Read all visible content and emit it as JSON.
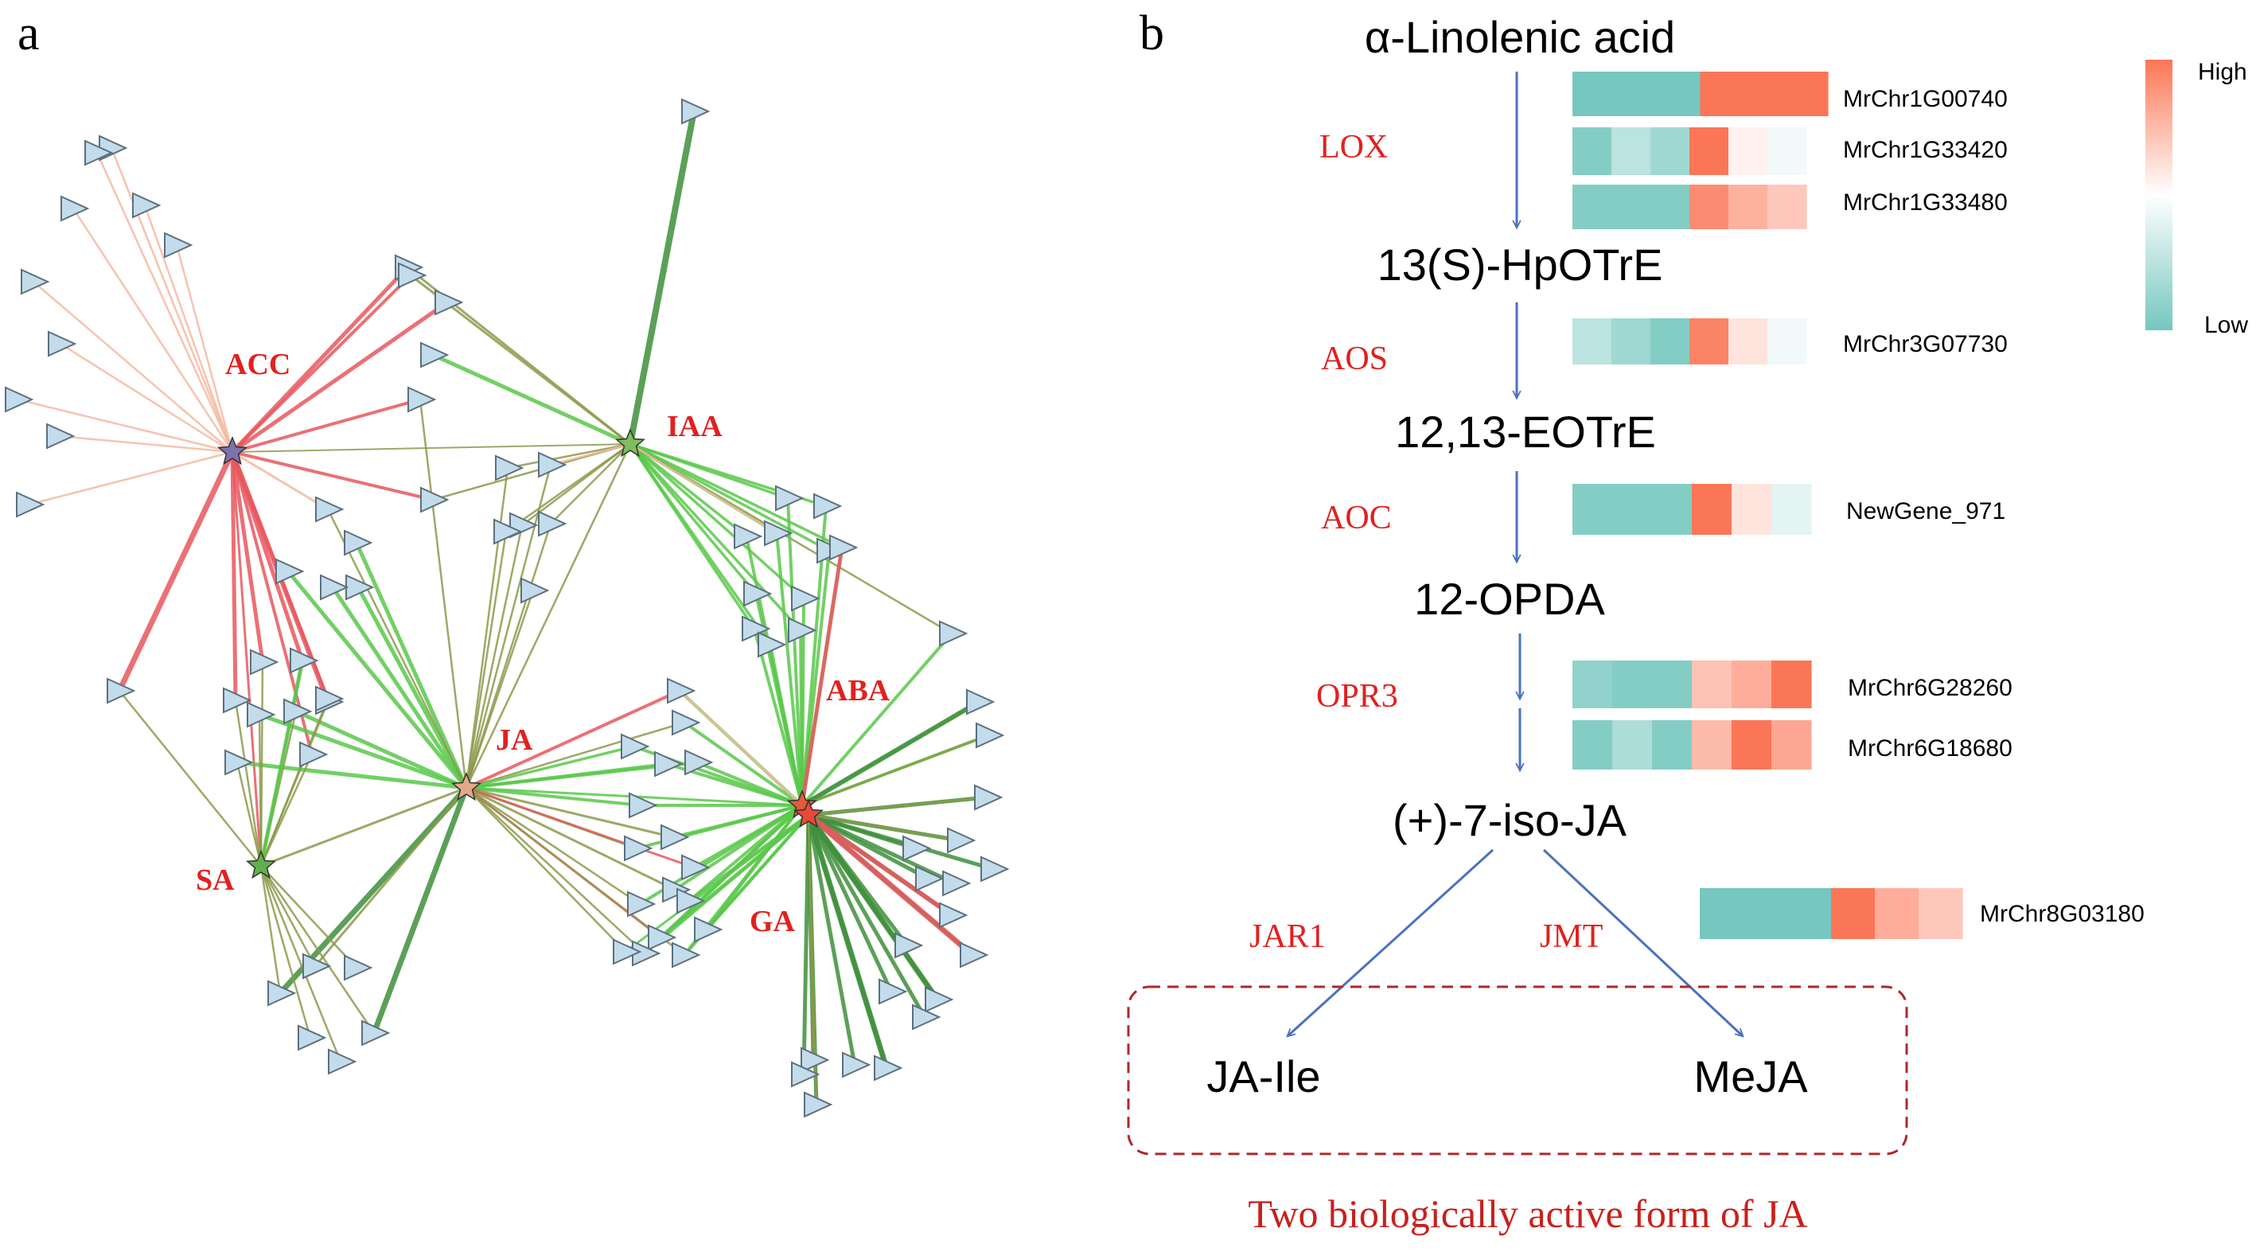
{
  "panels": {
    "a": "a",
    "b": "b"
  },
  "colors": {
    "low": "#76c7bf",
    "high": "#fb7656",
    "arrow": "#4a72c0",
    "enzyme": "#e0211f",
    "box": "#b1272a",
    "node_fill": "#c3dceb",
    "node_stroke": "#5d6f7c"
  },
  "network": {
    "hubs": [
      {
        "id": "ACC",
        "label": "ACC",
        "color": "#7b72ae"
      },
      {
        "id": "IAA",
        "label": "IAA",
        "color": "#7fbd5e"
      },
      {
        "id": "JA",
        "label": "JA",
        "color": "#e3a887"
      },
      {
        "id": "ABA",
        "label": "ABA",
        "color": "#e35b3a"
      },
      {
        "id": "SA",
        "label": "SA",
        "color": "#62b04d"
      },
      {
        "id": "GA",
        "label": "GA",
        "color": "#e8493a"
      }
    ]
  },
  "pathway": {
    "metabolites": [
      "α-Linolenic acid",
      "13(S)-HpOTrE",
      "12,13-EOTrE",
      "12-OPDA",
      "(+)-7-iso-JA",
      "JA-Ile",
      "MeJA"
    ],
    "enzymes": [
      "LOX",
      "AOS",
      "AOC",
      "OPR3",
      "JAR1",
      "JMT"
    ],
    "genes": [
      {
        "name": "MrChr1G00740",
        "levels": [
          0.0,
          0.0,
          0.0,
          1.0,
          1.0,
          1.0
        ]
      },
      {
        "name": "MrChr1G33420",
        "levels": [
          0.05,
          0.25,
          0.15,
          1.0,
          0.55,
          0.45
        ]
      },
      {
        "name": "MrChr1G33480",
        "levels": [
          0.05,
          0.05,
          0.05,
          0.92,
          0.78,
          0.7
        ]
      },
      {
        "name": "MrChr3G07730",
        "levels": [
          0.25,
          0.15,
          0.05,
          0.95,
          0.6,
          0.45
        ]
      },
      {
        "name": "NewGene_971",
        "levels": [
          0.05,
          0.05,
          0.05,
          1.0,
          0.6,
          0.4
        ]
      },
      {
        "name": "MrChr6G28260",
        "levels": [
          0.1,
          0.05,
          0.05,
          0.72,
          0.8,
          1.0
        ]
      },
      {
        "name": "MrChr6G18680",
        "levels": [
          0.05,
          0.2,
          0.05,
          0.75,
          1.0,
          0.82
        ]
      },
      {
        "name": "MrChr8G03180",
        "levels": [
          0.0,
          0.0,
          0.0,
          1.0,
          0.8,
          0.7
        ]
      }
    ],
    "footer": "Two biologically active form of JA"
  },
  "legend": {
    "high": "High",
    "low": "Low"
  }
}
